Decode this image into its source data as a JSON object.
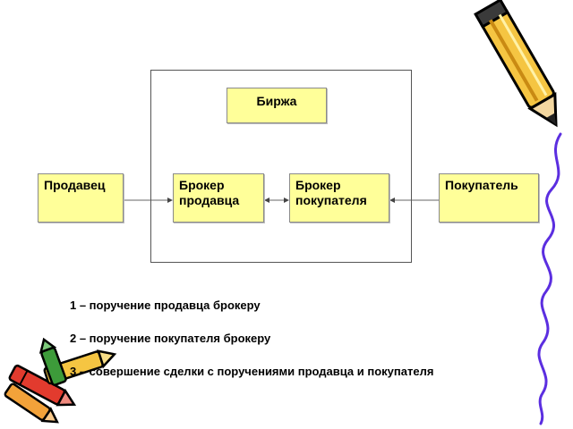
{
  "diagram": {
    "nodes": {
      "exchange": "Биржа",
      "seller": "Продавец",
      "seller_broker": [
        "Брокер",
        "продавца"
      ],
      "buyer_broker": [
        "Брокер",
        "покупателя"
      ],
      "buyer": "Покупатель"
    },
    "edges": [
      {
        "from": "seller",
        "to": "seller_broker"
      },
      {
        "from": "buyer",
        "to": "buyer_broker"
      }
    ]
  },
  "legend": [
    "1 – поручение продавца брокеру",
    "2 – поручение покупателя брокеру",
    "3 – совершение сделки с поручениями продавца и покупателя"
  ],
  "colors": {
    "box_fill": "#ffff99",
    "crayon_yellow": "#f5c542",
    "crayon_red": "#e23b2e",
    "crayon_green": "#3d9b3a",
    "squiggle": "#5b2ee0"
  },
  "icons": [
    "pencil-icon",
    "crayon-bundle-icon",
    "squiggle-line-icon"
  ]
}
